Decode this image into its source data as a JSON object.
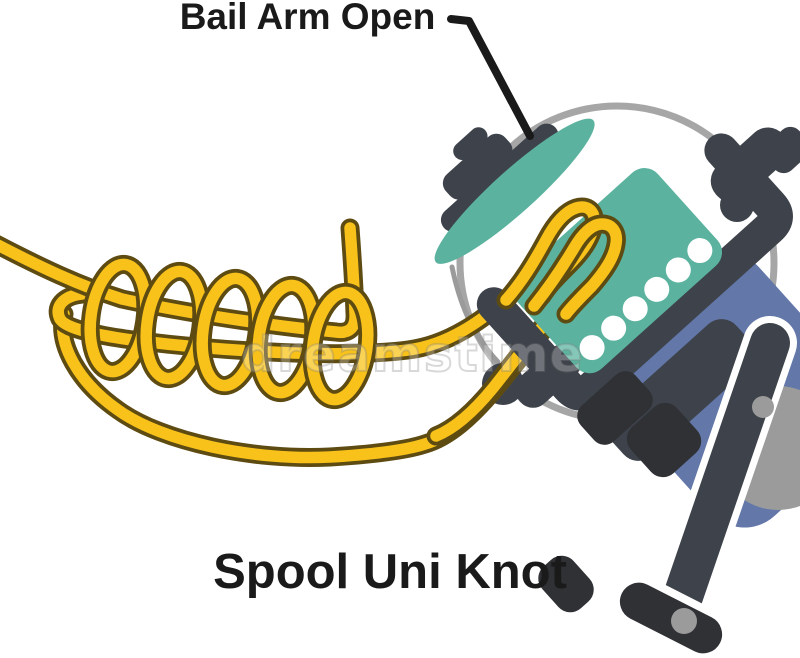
{
  "illustration": {
    "labels": {
      "bail_arm": "Bail Arm Open",
      "title": "Spool Uni Knot"
    },
    "watermark": "dreamstime",
    "knot": {
      "name": "Spool Uni Knot",
      "coil_count": 5,
      "wraps_around": "spool arbor loop and standing line"
    },
    "reel": {
      "type": "spinning-reel",
      "bail_state": "open"
    },
    "colors": {
      "line_yellow": "#F8C21A",
      "line_outline": "#5D4B12",
      "reel_teal": "#5BB39F",
      "reel_dark": "#3E434B",
      "reel_black": "#2F3135",
      "reel_blue": "#6378A9",
      "metal_gray": "#9B9B9B",
      "bail_circle_gray": "#A6A6A6",
      "text_black": "#1A1A1A"
    }
  }
}
